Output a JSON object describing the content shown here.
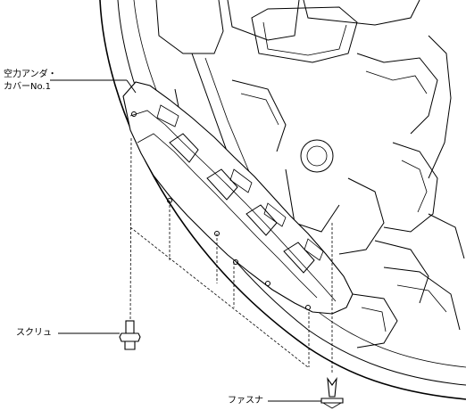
{
  "labels": {
    "under_cover_line1": "空力アンダ・",
    "under_cover_line2": "カバーNo.1",
    "screw": "スクリュ",
    "fastener": "ファスナ"
  }
}
